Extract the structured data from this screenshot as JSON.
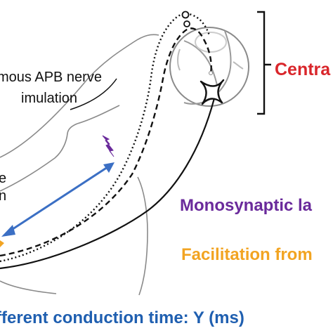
{
  "labels": {
    "apb_line1": "mous APB nerve",
    "apb_line2": "imulation",
    "left_fragment_1": "e",
    "left_fragment_2": "n",
    "central": "Centra",
    "monosynaptic": "Monosynaptic la",
    "facilitation": "Facilitation from",
    "afferent": "fferent conduction time: Y (ms)"
  },
  "colors": {
    "central": "#d9262b",
    "monosynaptic": "#6a2a9b",
    "facilitation": "#f2a422",
    "afferent": "#1f5fb0",
    "line": "#111111",
    "outline": "#8a8a8a",
    "stimulus": "#6a2a9b",
    "arrow": "#3b6fc4"
  },
  "icons": {
    "stimulus": "lightning-bolt-icon",
    "motoneuron": "motoneuron-cell-icon",
    "synapse": "synapse-circle-icon"
  }
}
